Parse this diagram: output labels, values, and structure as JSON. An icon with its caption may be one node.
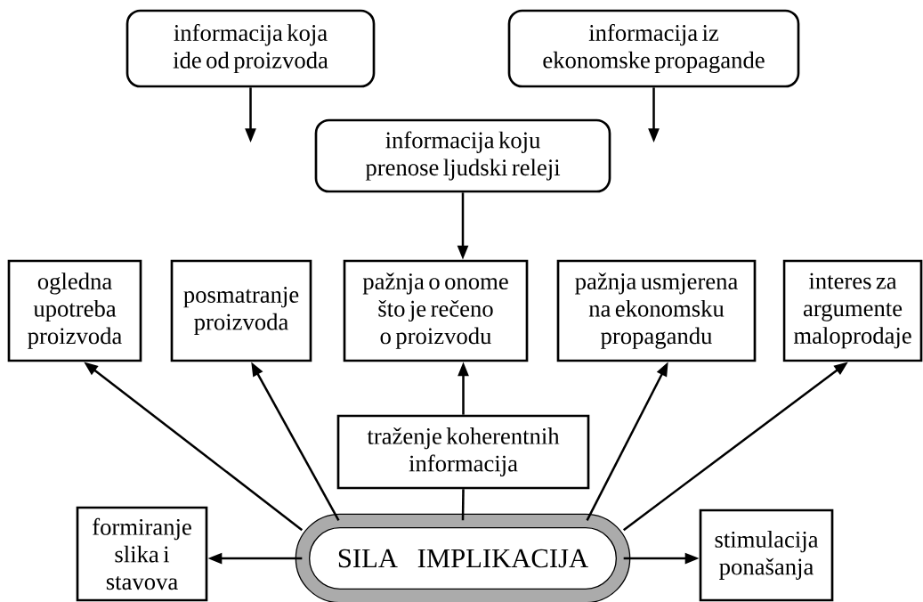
{
  "diagram": {
    "nodes": [
      {
        "text": [
          "informacija koja ide od proizvoda"
        ]
      },
      {
        "text": [
          "informacija iz ekonomske propagande"
        ]
      },
      {
        "text": [
          "informacija koju prenose ljudski releji"
        ]
      },
      {
        "text": [
          "ogledna upotreba proizvoda"
        ]
      },
      {
        "text": [
          "posmatranje proizvoda"
        ]
      },
      {
        "text": [
          "pažnja o onome što je rečeno o proizvodu"
        ]
      },
      {
        "text": [
          "pažnja usmjerena na ekonomsku propagandu"
        ]
      },
      {
        "text": [
          "interes za argumente maloprodaje"
        ]
      },
      {
        "text": [
          "traženje koherentnih informacija"
        ]
      },
      {
        "text": [
          "formiranje slika i stavova"
        ]
      },
      {
        "text": [
          "SILA IMPLIKACIJA"
        ]
      },
      {
        "text": [
          "stimulacija ponašanja"
        ]
      }
    ],
    "edges": [
      {
        "from": 0,
        "to": null,
        "arrow": "to"
      },
      {
        "from": 1,
        "to": null,
        "arrow": "to"
      },
      {
        "from": 2,
        "to": 5,
        "arrow": "to"
      },
      {
        "from": 10,
        "to": 3,
        "arrow": "to"
      },
      {
        "from": 10,
        "to": 4,
        "arrow": "to"
      },
      {
        "from": 10,
        "to": 8,
        "arrow": "none"
      },
      {
        "from": 8,
        "to": 5,
        "arrow": "to"
      },
      {
        "from": 10,
        "to": 6,
        "arrow": "to"
      },
      {
        "from": 10,
        "to": 7,
        "arrow": "to"
      },
      {
        "from": 10,
        "to": 9,
        "arrow": "to"
      },
      {
        "from": 10,
        "to": 11,
        "arrow": "to"
      }
    ]
  }
}
